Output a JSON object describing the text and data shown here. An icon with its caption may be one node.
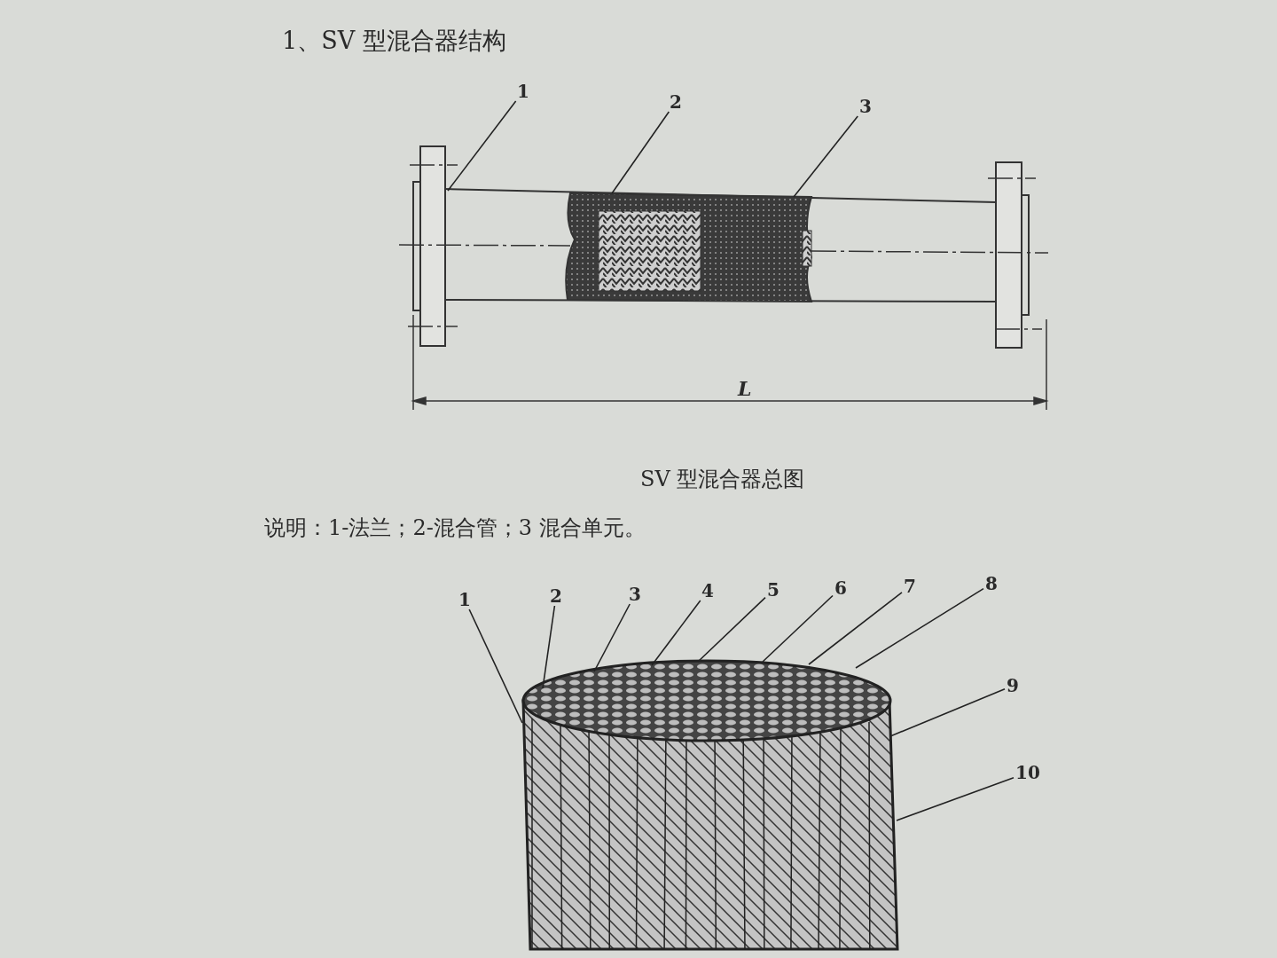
{
  "diagram": {
    "title": "1、SV 型混合器结构",
    "caption": "SV 型混合器总图",
    "nodes": [
      {
        "text": [
          "1"
        ]
      },
      {
        "text": [
          "2"
        ]
      },
      {
        "text": [
          "3"
        ]
      },
      {
        "text": [
          "1"
        ]
      },
      {
        "text": [
          "2"
        ]
      },
      {
        "text": [
          "3"
        ]
      },
      {
        "text": [
          "4"
        ]
      },
      {
        "text": [
          "5"
        ]
      },
      {
        "text": [
          "6"
        ]
      },
      {
        "text": [
          "7"
        ]
      },
      {
        "text": [
          "8"
        ]
      },
      {
        "text": [
          "9"
        ]
      },
      {
        "text": [
          "10"
        ]
      },
      {
        "text": [],
        "shape": "picture"
      },
      {
        "text": [],
        "shape": "picture"
      }
    ],
    "edges": [
      {
        "from": 0,
        "to": 13,
        "arrow": "none"
      },
      {
        "from": 1,
        "to": 13,
        "arrow": "none"
      },
      {
        "from": 2,
        "to": 13,
        "arrow": "none"
      },
      {
        "from": 3,
        "to": 14,
        "arrow": "none"
      },
      {
        "from": 4,
        "to": 14,
        "arrow": "none"
      },
      {
        "from": 5,
        "to": 14,
        "arrow": "none"
      },
      {
        "from": 6,
        "to": 14,
        "arrow": "none"
      },
      {
        "from": 7,
        "to": 14,
        "arrow": "none"
      },
      {
        "from": 8,
        "to": 14,
        "arrow": "none"
      },
      {
        "from": 9,
        "to": 14,
        "arrow": "none"
      },
      {
        "from": 10,
        "to": 14,
        "arrow": "none"
      },
      {
        "from": 11,
        "to": 14,
        "arrow": "none"
      },
      {
        "from": 12,
        "to": 14,
        "arrow": "none"
      }
    ],
    "labels": [
      "L",
      "说明：1-法兰；2-混合管；3 混合单元。"
    ]
  }
}
